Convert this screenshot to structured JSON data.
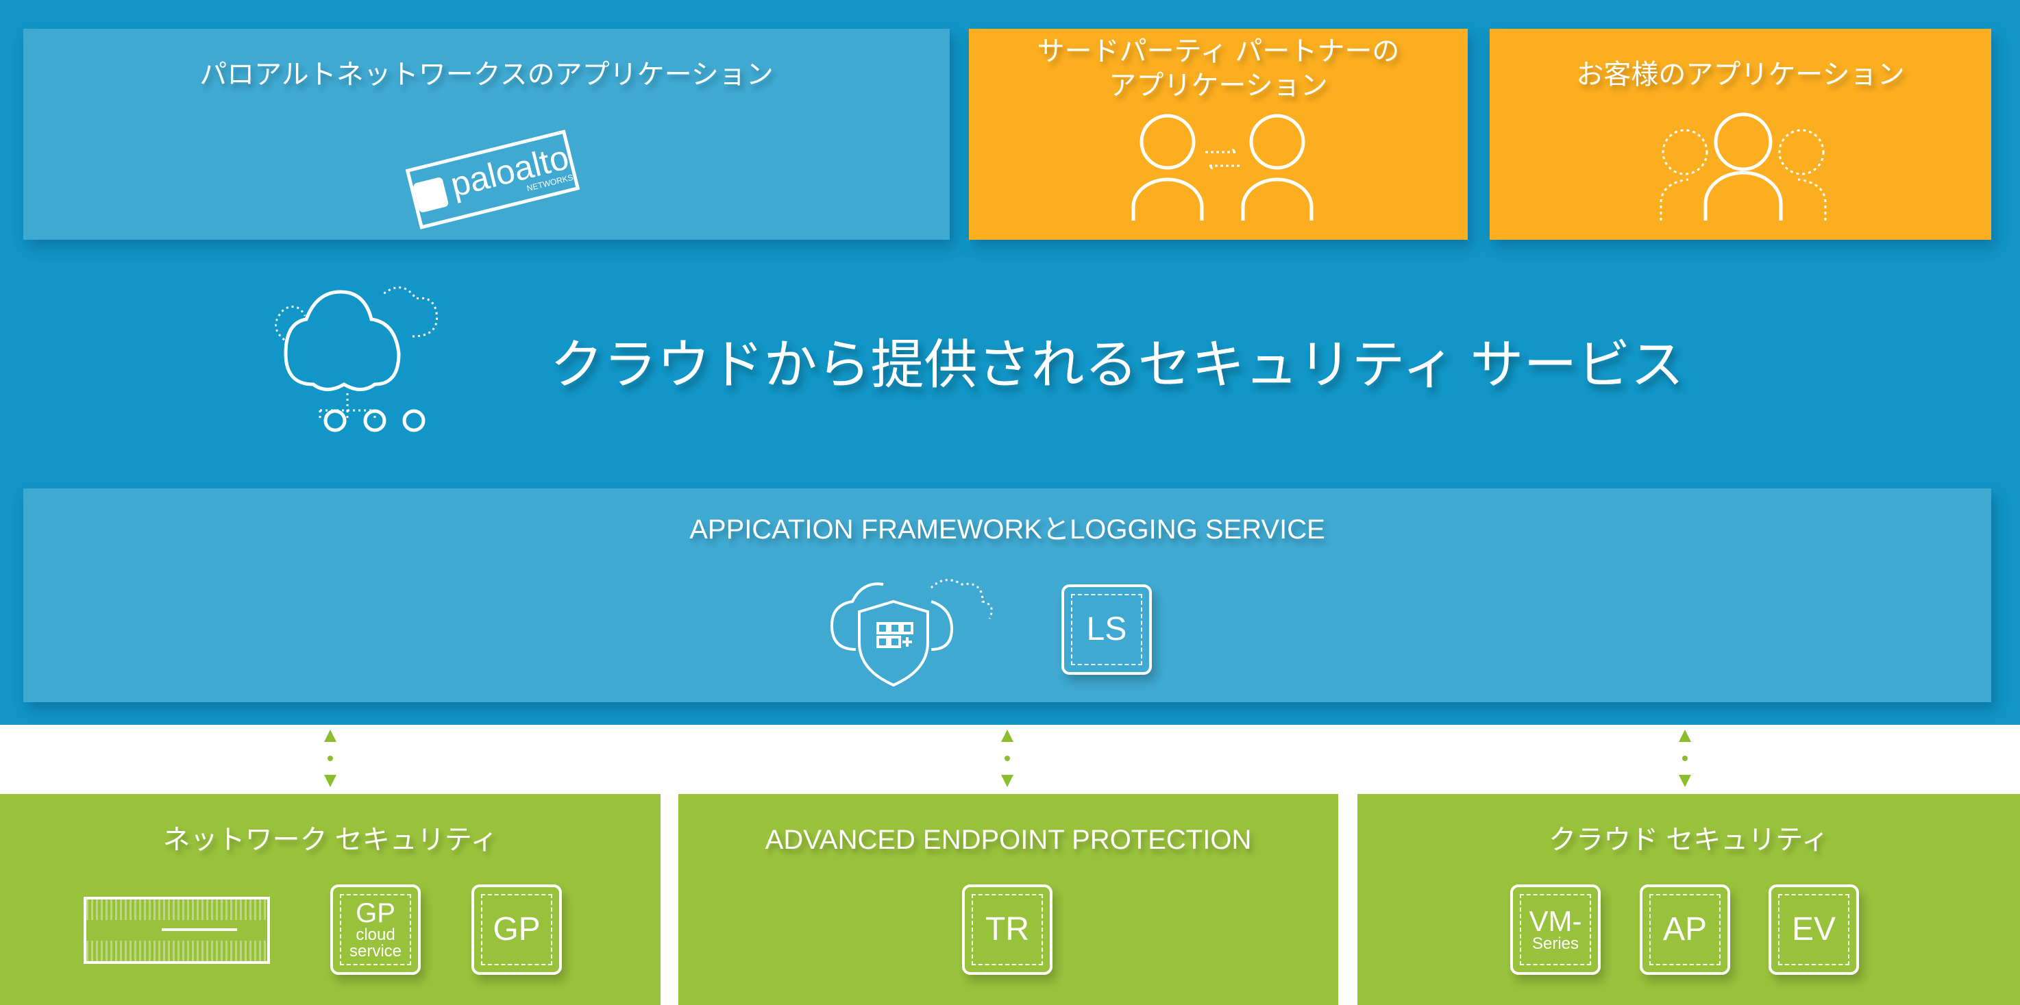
{
  "top_apps": [
    {
      "title": "パロアルトネットワークスのアプリケーション",
      "logo_text": "paloalto",
      "logo_sub": "NETWORKS"
    },
    {
      "title_line1": "サードパーティ パートナーの",
      "title_line2": "アプリケーション"
    },
    {
      "title": "お客様のアプリケーション"
    }
  ],
  "main_title": "クラウドから提供されるセキュリティ サービス",
  "framework": {
    "title": "APPICATION FRAMEWORKとLOGGING SERVICE",
    "ls_label": "LS"
  },
  "bottom": [
    {
      "title": "ネットワーク セキュリティ",
      "tiles": [
        {
          "label": "GP",
          "sub1": "cloud",
          "sub2": "service"
        },
        {
          "label": "GP"
        }
      ]
    },
    {
      "title": "ADVANCED ENDPOINT PROTECTION",
      "tiles": [
        {
          "label": "TR"
        }
      ]
    },
    {
      "title": "クラウド セキュリティ",
      "tiles": [
        {
          "label": "VM-",
          "sub": "Series"
        },
        {
          "label": "AP"
        },
        {
          "label": "EV"
        }
      ]
    }
  ],
  "colors": {
    "blue": "#1196c7",
    "light_blue": "#3fa9d1",
    "orange": "#fbae1f",
    "green": "#99c23c"
  }
}
